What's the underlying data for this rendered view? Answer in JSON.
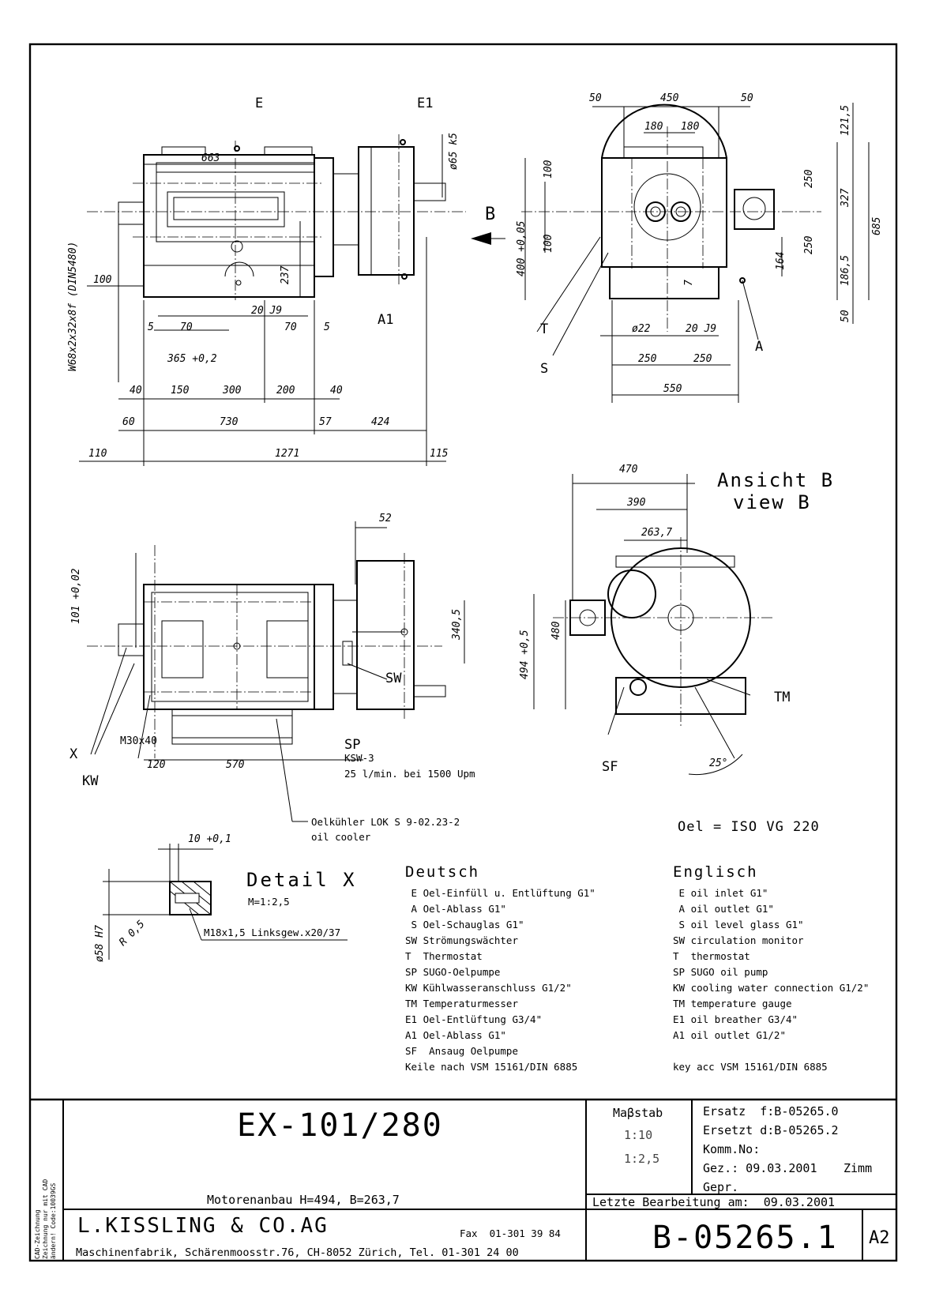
{
  "views": {
    "front": {
      "labels": [
        "E",
        "E1",
        "A1",
        "B"
      ],
      "dims": [
        "663",
        "237",
        "ø65 k5",
        "W68x2x32x8f (DIN5480)",
        "100",
        "5",
        "70",
        "20 J9",
        "70",
        "5",
        "365 +0,2",
        "40",
        "150",
        "300",
        "200",
        "40",
        "60",
        "730",
        "57",
        "424",
        "110",
        "1271",
        "115"
      ]
    },
    "side": {
      "labels": [
        "T",
        "S",
        "A"
      ],
      "dims": [
        "50",
        "450",
        "50",
        "180",
        "180",
        "121,5",
        "100",
        "250",
        "327",
        "685",
        "100",
        "250",
        "400 +0,05",
        "164",
        "186,5",
        "7",
        "50",
        "ø22",
        "20 J9",
        "250",
        "250",
        "550"
      ]
    },
    "top": {
      "labels": [
        "SW",
        "X",
        "KW",
        "SP"
      ],
      "dims": [
        "52",
        "101 +0,02",
        "340,5",
        "120",
        "570",
        "M30x40"
      ],
      "sp_text": [
        "KSW-3",
        "25 l/min. bei 1500 Upm"
      ],
      "cooler": [
        "Oelkühler LOK S 9-02.23-2",
        "oil cooler"
      ]
    },
    "view_b": {
      "title": "Ansicht B",
      "subtitle": "view B",
      "labels": [
        "TM",
        "SF"
      ],
      "dims": [
        "470",
        "390",
        "263,7",
        "494 +0,5",
        "480",
        "25°"
      ],
      "oil": "Oel = ISO VG 220"
    },
    "detail_x": {
      "title": "Detail X",
      "scale": "M=1:2,5",
      "dims": [
        "10 +0,1",
        "ø58 H7",
        "R 0,5",
        "M18x1,5 Linksgew.x20/37"
      ]
    }
  },
  "legend": {
    "deutsch_title": "Deutsch",
    "deutsch": [
      " E Oel-Einfüll u. Entlüftung G1\"",
      " A Oel-Ablass G1\"",
      " S Oel-Schauglas G1\"",
      "SW Strömungswächter",
      "T  Thermostat",
      "SP SUGO-Oelpumpe",
      "KW Kühlwasseranschluss G1/2\"",
      "TM Temperaturmesser",
      "E1 Oel-Entlüftung G3/4\"",
      "A1 Oel-Ablass G1\"",
      "SF  Ansaug Oelpumpe",
      "Keile nach VSM 15161/DIN 6885"
    ],
    "englisch_title": "Englisch",
    "englisch": [
      " E oil inlet G1\"",
      " A oil outlet G1\"",
      " S oil level glass G1\"",
      "SW circulation monitor",
      "T  thermostat",
      "SP SUGO oil pump",
      "KW cooling water connection G1/2\"",
      "TM temperature gauge",
      "E1 oil breather G3/4\"",
      "A1 oil outlet G1/2\"",
      "",
      "key acc VSM 15161/DIN 6885"
    ]
  },
  "title_block": {
    "title": "EX-101/280",
    "subtitle": "Motorenanbau H=494, B=263,7",
    "side_note": [
      "CAD-Zeichnung",
      "Zeichnung nur mit CAD",
      "ändern! Code:10039GS"
    ],
    "scale_label": "Maβstab",
    "scales": [
      "1:10",
      "1:2,5"
    ],
    "ersatz_f": "Ersatz  f:B-05265.0",
    "ersetzt_d": "Ersetzt d:B-05265.2",
    "komm": "Komm.No:",
    "gez": "Gez.: 09.03.2001",
    "gez_name": "Zimm",
    "gepr": "Gepr.",
    "last_edit": "Letzte Bearbeitung am:  09.03.2001",
    "company": "L.KISSLING & CO.AG",
    "fax": "Fax  01-301 39 84",
    "address": "Maschinenfabrik, Schärenmoosstr.76, CH-8052 Zürich, Tel. 01-301 24 00",
    "drawing_no": "B-05265.1",
    "format": "A2"
  }
}
